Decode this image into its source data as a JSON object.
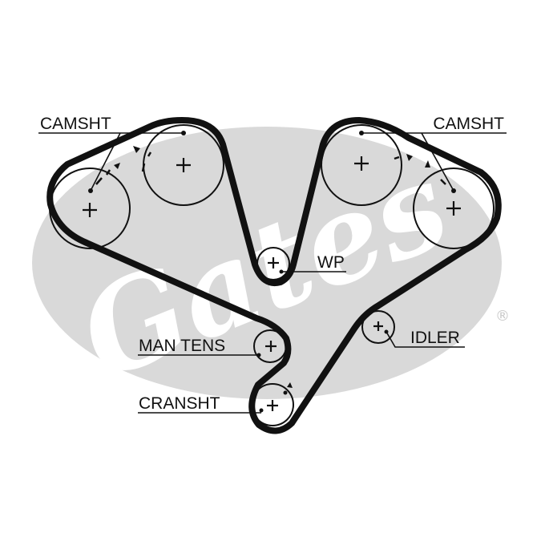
{
  "brand": {
    "logo_text": "Gates",
    "registered_mark": "®",
    "watermark_color": "#d9d9d9"
  },
  "labels": {
    "camshaft_left": "CAMSHT",
    "camshaft_right": "CAMSHT",
    "water_pump": "WP",
    "manual_tensioner": "MAN TENS",
    "idler": "IDLER",
    "crankshaft": "CRANSHT"
  },
  "colors": {
    "belt": "#111111",
    "background": "#ffffff"
  }
}
